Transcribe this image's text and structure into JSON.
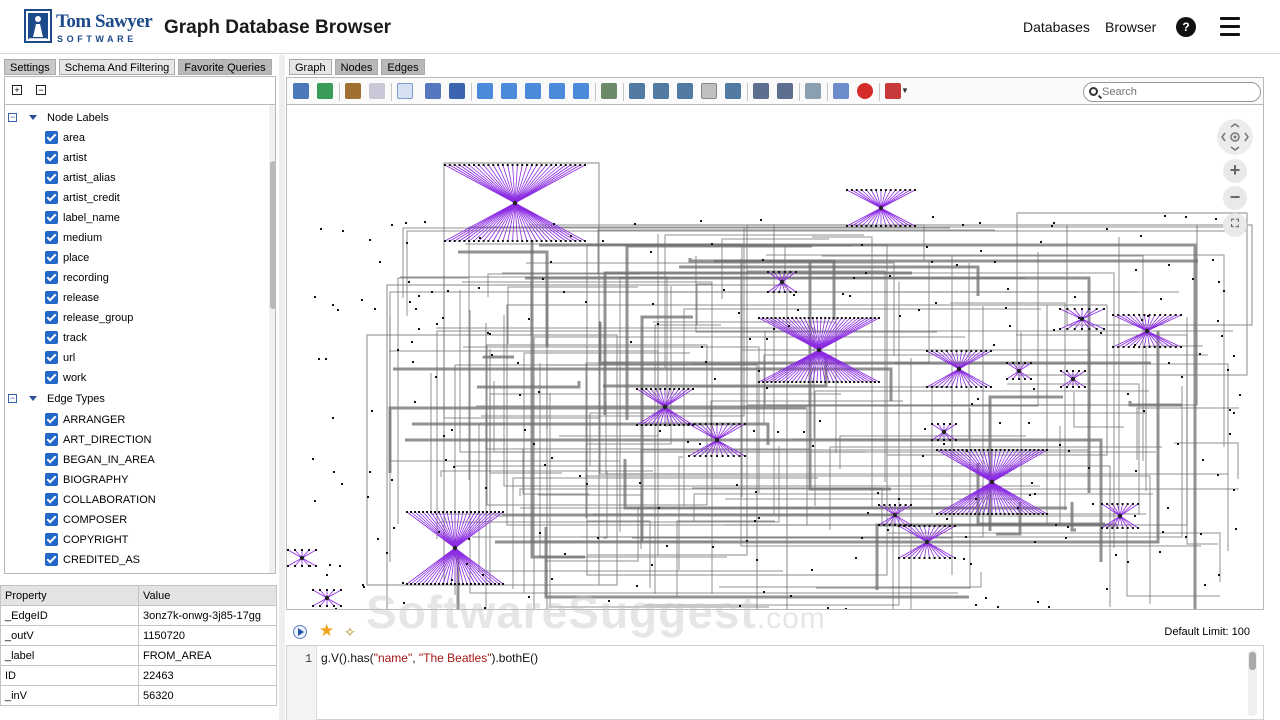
{
  "header": {
    "logo_main": "Tom Sawyer",
    "logo_sub": "SOFTWARE",
    "title": "Graph Database Browser",
    "nav": [
      "Databases",
      "Browser"
    ],
    "help_label": "?"
  },
  "left": {
    "tabs": [
      "Settings",
      "Schema And Filtering",
      "Favorite Queries"
    ],
    "node_labels_title": "Node Labels",
    "node_labels": [
      "area",
      "artist",
      "artist_alias",
      "artist_credit",
      "label_name",
      "medium",
      "place",
      "recording",
      "release",
      "release_group",
      "track",
      "url",
      "work"
    ],
    "edge_types_title": "Edge Types",
    "edge_types": [
      "ARRANGER",
      "ART_DIRECTION",
      "BEGAN_IN_AREA",
      "BIOGRAPHY",
      "COLLABORATION",
      "COMPOSER",
      "COPYRIGHT",
      "CREDITED_AS"
    ]
  },
  "properties": {
    "headers": [
      "Property",
      "Value"
    ],
    "rows": [
      [
        "_EdgeID",
        "3onz7k-onwg-3j85-17gg"
      ],
      [
        "_outV",
        "1150720"
      ],
      [
        "_label",
        "FROM_AREA"
      ],
      [
        "ID",
        "22463"
      ],
      [
        "_inV",
        "56320"
      ]
    ]
  },
  "right": {
    "tabs": [
      "Graph",
      "Nodes",
      "Edges"
    ],
    "search_placeholder": "Search",
    "query_limit": "Default Limit: 100",
    "line_number": "1",
    "query_prefix": "g.V().has(",
    "query_str1": "\"name\"",
    "query_sep": ", ",
    "query_str2": "\"The Beatles\"",
    "query_suffix": ").bothE()",
    "watermark_main": "SoftwareSuggest",
    "watermark_tld": ".com",
    "zoom_in": "+",
    "zoom_out": "−"
  },
  "colors": {
    "hub_edge": "#8b2be2",
    "gray_edge": "#6e6e6e",
    "checkbox": "#2368c8",
    "logo": "#1c4a8a"
  },
  "icons": {
    "help": "question-circle-icon",
    "menu": "hamburger-menu-icon",
    "search": "magnifier-icon",
    "run": "play-circle-icon",
    "favorite": "star-icon",
    "magic": "magic-wand-icon"
  }
}
